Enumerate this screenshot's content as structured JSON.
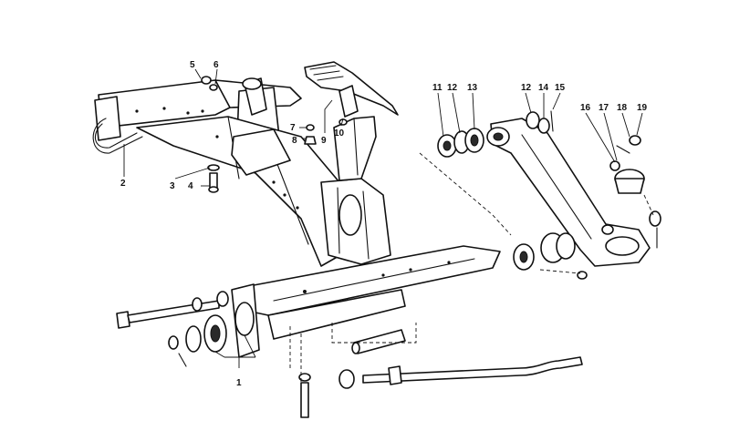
{
  "diagram": {
    "callouts": [
      "1",
      "2",
      "3",
      "4",
      "5",
      "6",
      "7",
      "8",
      "9",
      "10",
      "11",
      "12",
      "12",
      "13",
      "14",
      "15",
      "16",
      "17",
      "18",
      "19"
    ],
    "colors": {
      "ink": "#111111",
      "paper": "#ffffff"
    }
  }
}
